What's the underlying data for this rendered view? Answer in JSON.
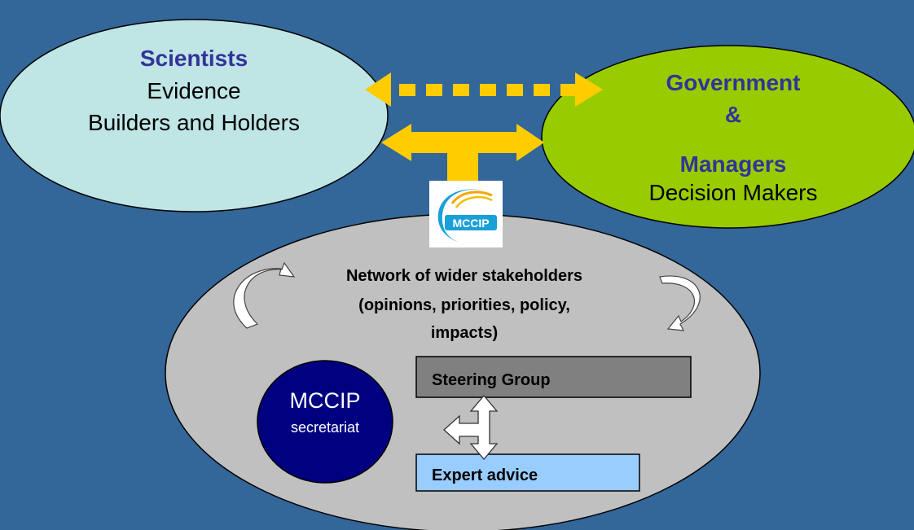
{
  "scientists": {
    "title": "Scientists",
    "line1": "Evidence",
    "line2": "Builders and Holders"
  },
  "government": {
    "title1": "Government",
    "amp": "&",
    "title2": "Managers",
    "subtitle": "Decision Makers"
  },
  "network": {
    "line1": "Network of wider stakeholders",
    "line2": "(opinions, priorities, policy,",
    "line3": "impacts)"
  },
  "secretariat": {
    "title": "MCCIP",
    "subtitle": "secretariat"
  },
  "steering_group": "Steering Group",
  "expert_advice": "Expert advice",
  "logo": {
    "text": "MCCIP"
  },
  "colors": {
    "background": "#336699",
    "scientists_fill": "#bfe5e5",
    "government_fill": "#99cc00",
    "network_fill": "#c0c0c0",
    "secretariat_fill": "#000080",
    "steering_fill": "#808080",
    "expert_fill": "#99ccff",
    "arrow": "#ffcc00",
    "title_text": "#333399"
  }
}
